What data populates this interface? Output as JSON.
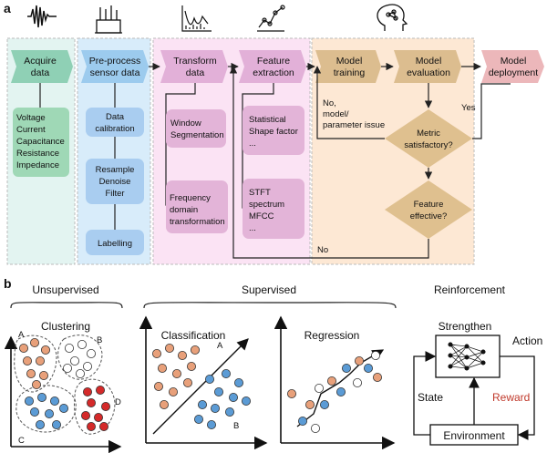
{
  "panel_a": {
    "label": "a",
    "stages": [
      {
        "name": "acquire",
        "title": "Acquire data",
        "lines": [
          "Acquire",
          "data"
        ],
        "details": [
          {
            "lines": [
              "Voltage",
              "Current",
              "Capacitance",
              "Resistance",
              "Impedance"
            ]
          }
        ]
      },
      {
        "name": "preprocess",
        "title": "Pre-process sensor data",
        "lines": [
          "Pre-process",
          "sensor data"
        ],
        "details": [
          {
            "lines": [
              "Data",
              "calibration"
            ]
          },
          {
            "lines": [
              "Resample",
              "Denoise",
              "Filter"
            ]
          },
          {
            "lines": [
              "Labelling"
            ]
          }
        ]
      },
      {
        "name": "transform",
        "title": "Transform data",
        "lines": [
          "Transform",
          "data"
        ],
        "details": [
          {
            "lines": [
              "Window",
              "Segmentation"
            ]
          },
          {
            "lines": [
              "Frequency",
              "domain",
              "transformation"
            ]
          }
        ]
      },
      {
        "name": "feature",
        "title": "Feature extraction",
        "lines": [
          "Feature",
          "extraction"
        ],
        "details": [
          {
            "lines": [
              "Statistical",
              "Shape factor",
              "..."
            ]
          },
          {
            "lines": [
              "STFT",
              "spectrum",
              "MFCC",
              "..."
            ]
          }
        ]
      },
      {
        "name": "training",
        "title": "Model training",
        "lines": [
          "Model",
          "training"
        ],
        "details": []
      },
      {
        "name": "evaluation",
        "title": "Model evaluation",
        "lines": [
          "Model",
          "evaluation"
        ],
        "details": []
      },
      {
        "name": "deployment",
        "title": "Model deployment",
        "lines": [
          "Model",
          "deployment"
        ],
        "details": []
      }
    ],
    "decisions": [
      {
        "name": "metric",
        "lines": [
          "Metric",
          "satisfactory?"
        ]
      },
      {
        "name": "feature-effective",
        "lines": [
          "Feature",
          "effective?"
        ]
      }
    ],
    "edge_labels": {
      "no_model": [
        "No,",
        "model/",
        "parameter issue"
      ],
      "yes": "Yes",
      "no_feature": "No"
    },
    "colors": {
      "acquire": "#e3f4f1",
      "acquire_chev": "#8fd0b5",
      "acquire_box": "#9fd8b6",
      "preprocess": "#d8ecfa",
      "preprocess_chev": "#9ccbee",
      "preprocess_box": "#a9cdf0",
      "transform": "#fbe3f4",
      "transform_chev": "#e2b0d8",
      "transform_box": "#e3b4d8",
      "model": "#fde8d4",
      "model_chev": "#dcbd8f",
      "diamond": "#dfc08f",
      "deploy_chev": "#ecb7ba"
    }
  },
  "panel_b": {
    "label": "b",
    "groups": [
      {
        "name": "unsupervised",
        "title": "Unsupervised"
      },
      {
        "name": "supervised",
        "title": "Supervised"
      },
      {
        "name": "reinforcement",
        "title": "Reinforcement"
      }
    ],
    "clustering": {
      "title": "Clustering",
      "cluster_labels": [
        "A",
        "B",
        "C",
        "D"
      ]
    },
    "classification": {
      "title": "Classification",
      "class_labels": [
        "A",
        "B"
      ]
    },
    "regression": {
      "title": "Regression"
    },
    "rl": {
      "agent": "Strengthen",
      "action": "Action",
      "state": "State",
      "reward": "Reward",
      "environment": "Environment",
      "reward_color": "#c0392b"
    },
    "dot_colors": {
      "orange": "#e8a07a",
      "blue": "#5b9bd5",
      "red": "#d42a2a",
      "white": "#ffffff"
    }
  }
}
